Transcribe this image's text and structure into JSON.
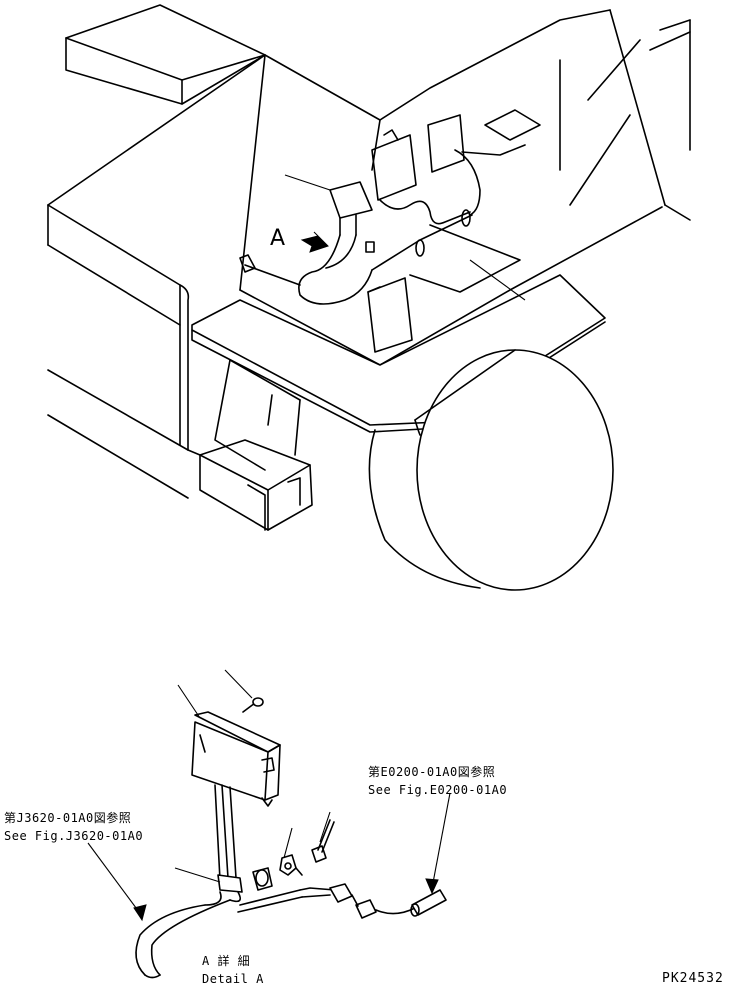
{
  "labels": {
    "view_letter": "A",
    "ref_right_jp": "第E0200-01A0図参照",
    "ref_right_en": "See Fig.E0200-01A0",
    "ref_left_jp": "第J3620-01A0図参照",
    "ref_left_en": "See Fig.J3620-01A0",
    "detail_jp": "A 詳 細",
    "detail_en": "Detail A",
    "figure_no": "PK24532"
  }
}
